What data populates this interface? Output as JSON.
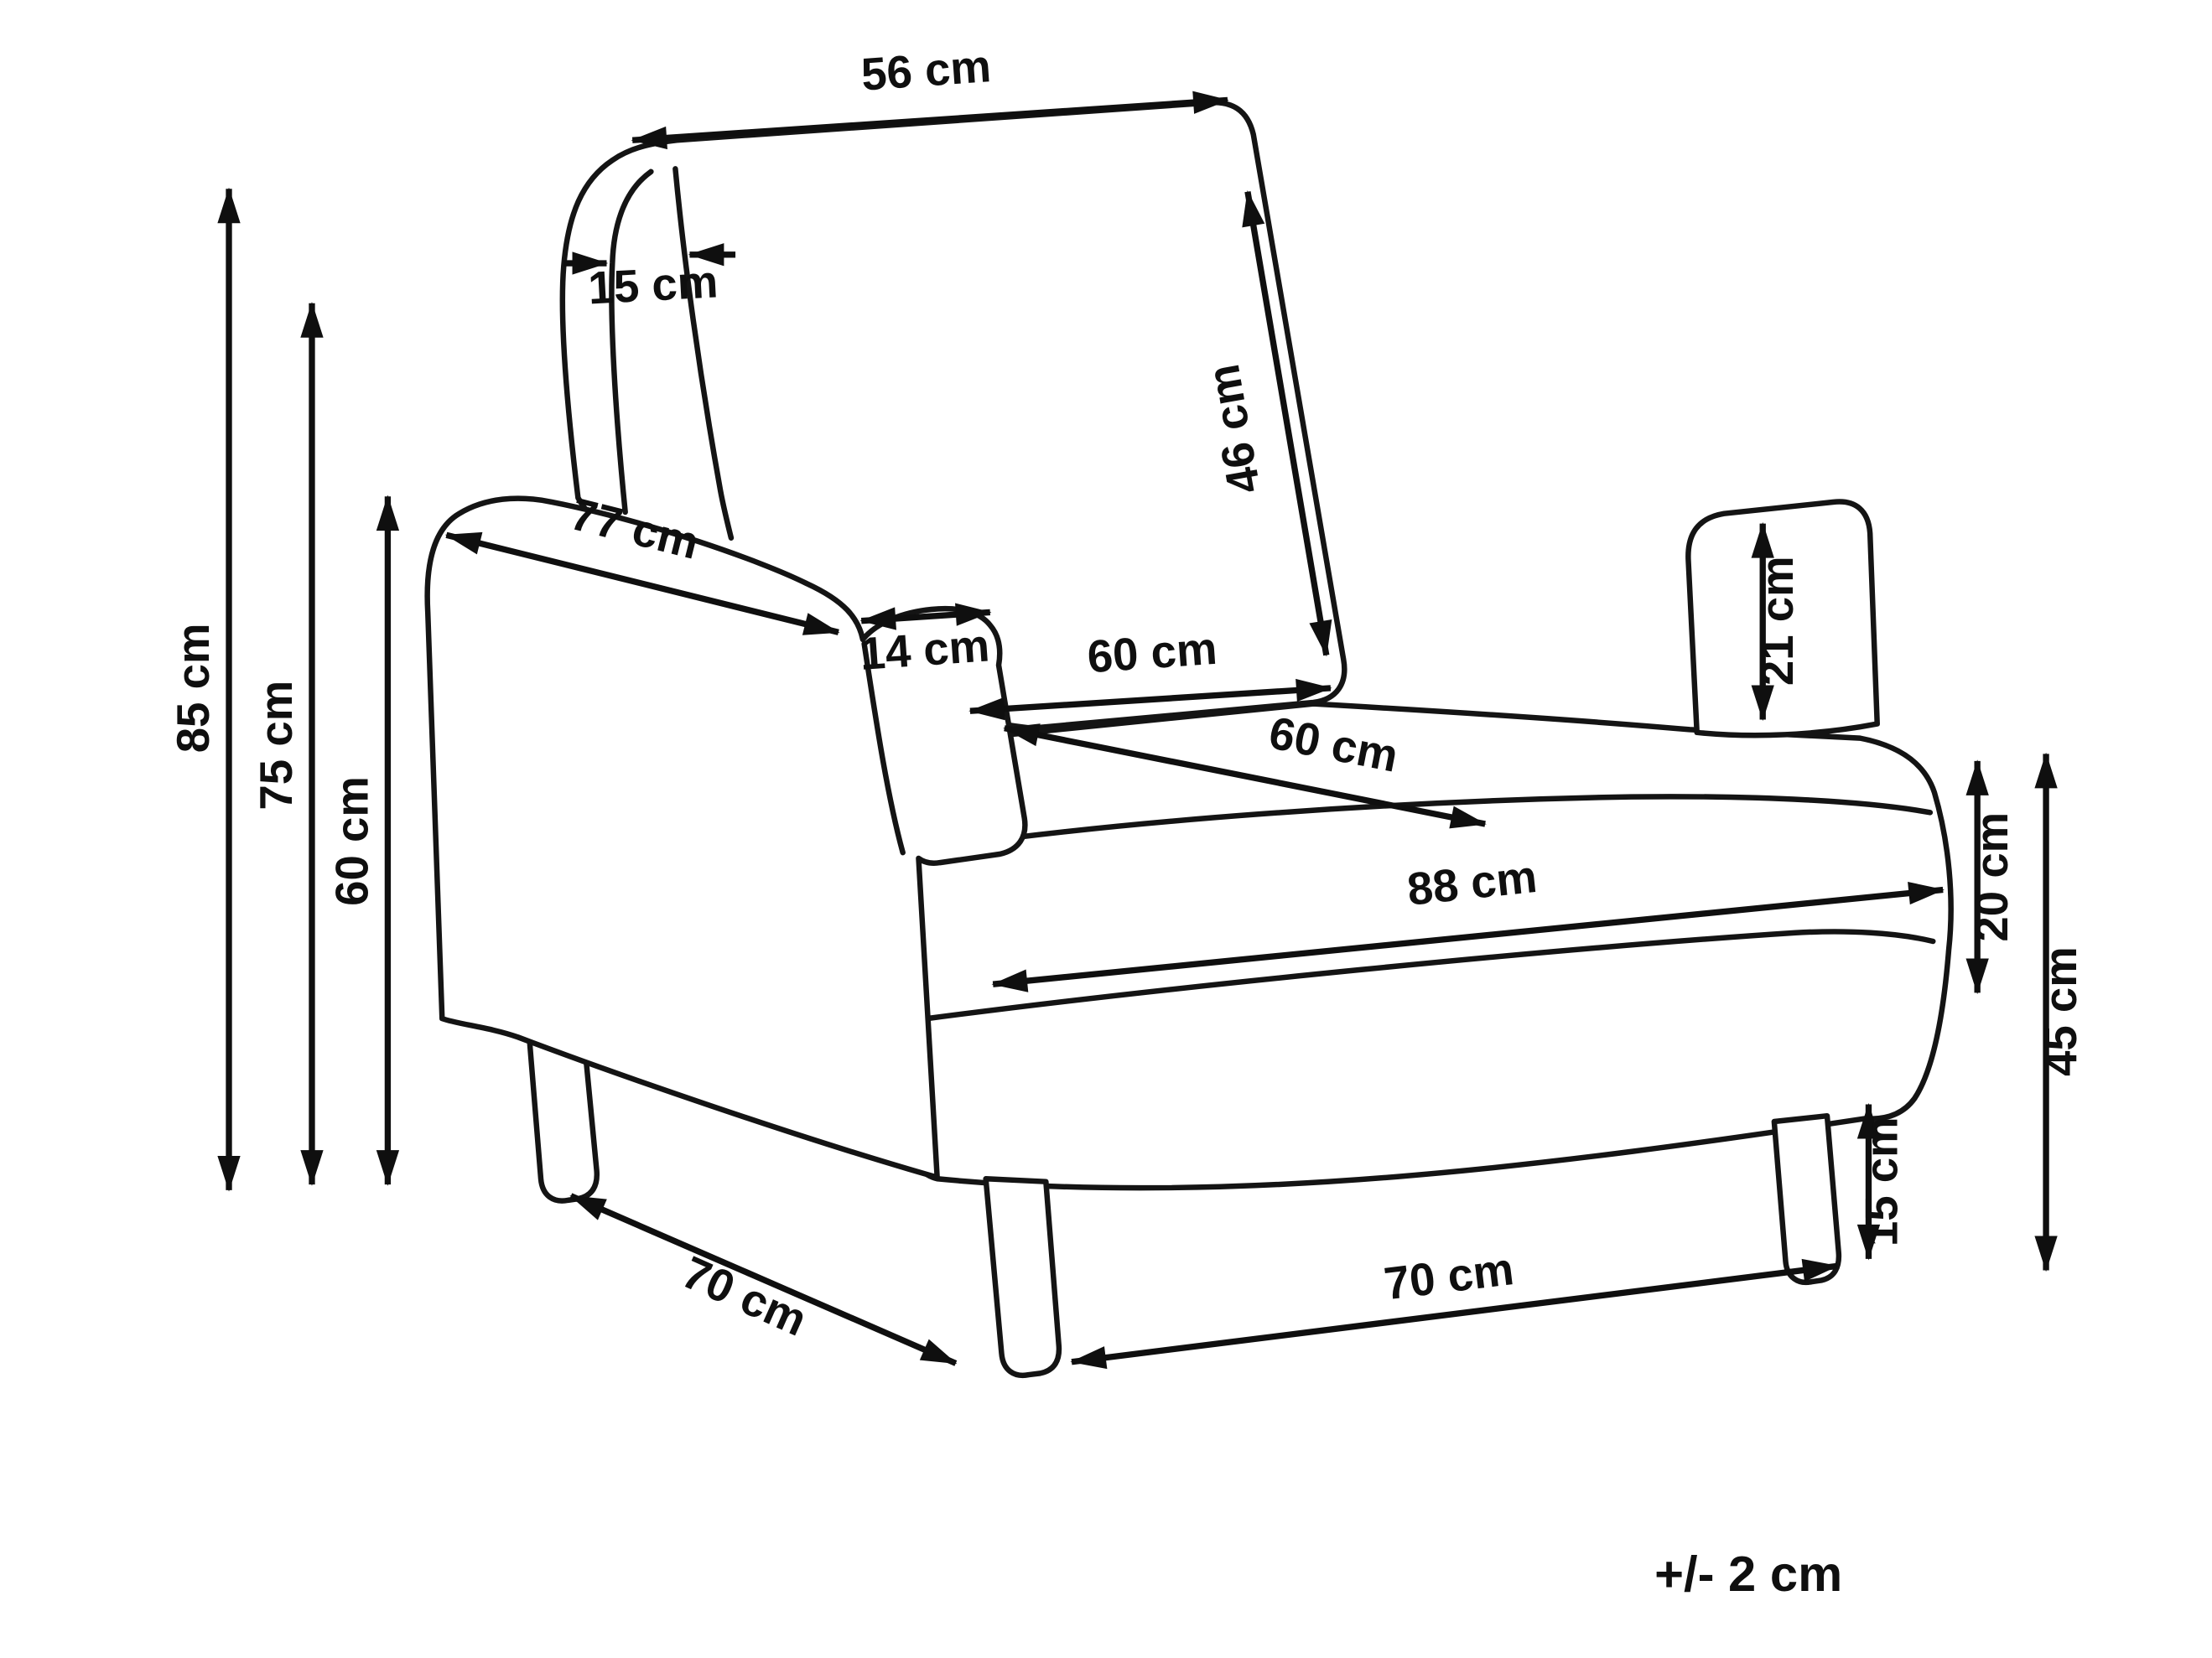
{
  "diagram": {
    "subject": "armchair-dimension-diagram",
    "unit": "cm",
    "tolerance": "+/- 2 cm",
    "labels": {
      "back_width": "56 cm",
      "back_thickness": "15 cm",
      "backrest_height": "46 cm",
      "total_height": "85 cm",
      "back_height": "75 cm",
      "armrest_floor_height": "60 cm",
      "armrest_length": "77 cm",
      "armrest_width": "14 cm",
      "seat_width": "60 cm",
      "seat_depth": "60 cm",
      "armrest_above_seat": "21 cm",
      "seat_cushion_thickness": "20 cm",
      "front_width": "88 cm",
      "seat_height": "45 cm",
      "leg_height": "15 cm",
      "base_depth": "70 cm",
      "base_front_width": "70 cm"
    }
  }
}
